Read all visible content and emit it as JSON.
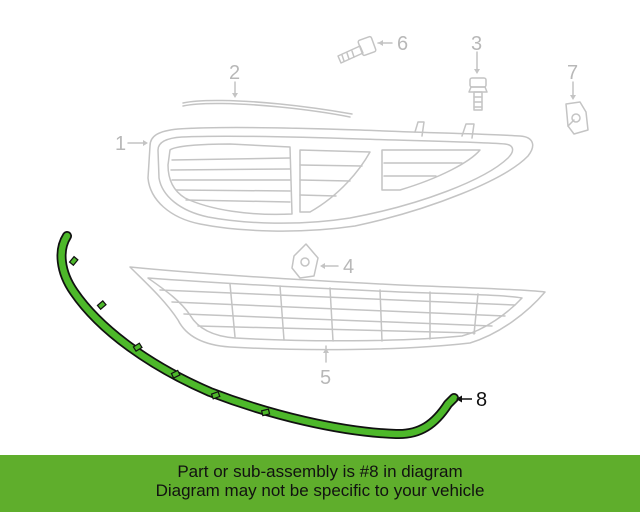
{
  "callouts": {
    "c1": "1",
    "c2": "2",
    "c3": "3",
    "c4": "4",
    "c5": "5",
    "c6": "6",
    "c7": "7",
    "c8": "8"
  },
  "highlight_callout": "8",
  "colors": {
    "highlight_part": "#4db82a",
    "banner_background": "#5fae2c",
    "faded_parts": "#c4c4c4",
    "banner_text": "#111111"
  },
  "banner": {
    "line1": "Part or sub-assembly is #8 in diagram",
    "line2": "Diagram may not be specific to your vehicle"
  }
}
